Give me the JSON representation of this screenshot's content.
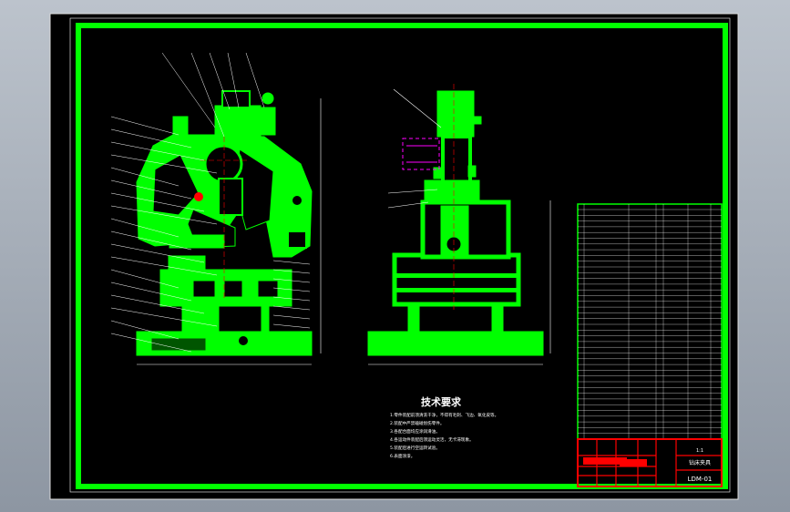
{
  "drawing": {
    "tech_req": {
      "title": "技术要求",
      "lines": [
        "1.零件装配前须清洗干净，不得有毛刺、飞边、氧化皮等。",
        "2.装配中严禁磕碰划伤零件。",
        "3.各配合面均应涂润滑油。",
        "4.各运动件装配后须运动灵活，无卡滞现象。",
        "5.装配后进行空运转试验。",
        "6.表面涂漆。"
      ]
    },
    "title_block": {
      "drawing_no": "LDM-01",
      "name": "钻床夹具",
      "scale": "1:1"
    },
    "colors": {
      "frame": "#00ff00",
      "background": "#000000",
      "title_block": "#ff0000",
      "accent": "#ff00ff",
      "dims": "#ffffff"
    }
  }
}
